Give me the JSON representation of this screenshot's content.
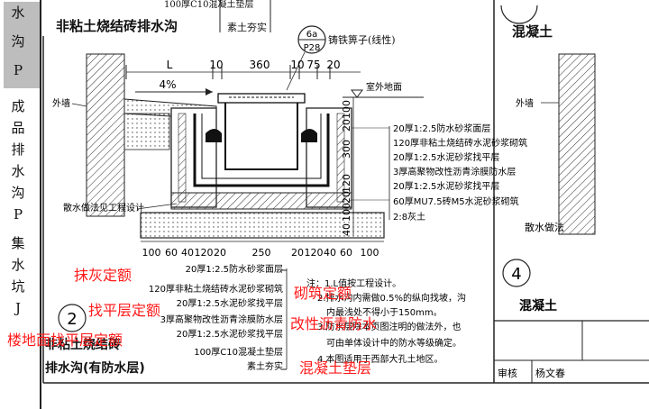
{
  "side_strip": {
    "top_chars": [
      "水",
      "沟",
      "P"
    ],
    "mid_chars": [
      "成",
      "品",
      "排",
      "水",
      "沟",
      "P"
    ],
    "low_chars": [
      "集",
      "水",
      "坑",
      "J"
    ]
  },
  "header": {
    "top_cut_text": "100厚C10混凝土垫层",
    "title_left": "非粘土烧结砖排水沟",
    "title_right": "混凝土",
    "sub_label": "素土夯实",
    "callout_num": "6a",
    "callout_page": "P28",
    "grate_label": "铸铁箅子(线性)"
  },
  "drawing": {
    "dims_top": [
      "L",
      "10",
      "360",
      "10",
      "75",
      "20"
    ],
    "slope": "4%",
    "outdoor_label": "室外地面",
    "wall_left": "外墙",
    "wall_right": "外墙",
    "apron_note": "散水做法见工程设计",
    "apron_right": "散水做法",
    "dims_right": [
      "100",
      "20",
      "300",
      "120",
      "20",
      "100",
      "40"
    ],
    "dims_bottom": [
      "100",
      "60",
      "40",
      "120",
      "20",
      "250",
      "20",
      "120",
      "40",
      "60",
      "100"
    ],
    "layers_right": [
      "20厚1:2.5防水砂浆面层",
      "120厚非粘土烧结砖水泥砂浆砌筑",
      "20厚1:2.5水泥砂浆找平层",
      "3厚高聚物改性沥青涂膜防水层",
      "20厚1:2.5水泥砂浆找平层",
      "60厚MU7.5砖M5水泥砂浆砌筑",
      "2:8灰土"
    ]
  },
  "lower": {
    "layers_left": [
      "20厚1:2.5防水砂浆面层",
      "120厚非粘土烧结砖水泥砂浆砌筑",
      "20厚1:2.5水泥砂浆找平层",
      "3厚高聚物改性沥青涂膜防水层",
      "20厚1:2.5水泥砂浆找平层",
      "100厚C10混凝土垫层",
      "素土夯实"
    ],
    "detail_num": "2",
    "detail_title_1": "非粘土烧结砖",
    "detail_title_2": "排水沟(有防水层)",
    "notes": [
      "注：1.L值按工程设计。",
      "2.排水沟内需做0.5%的纵向找坡，沟",
      "内最浅处不得小于150mm。",
      "3.防水层除本页图注明的做法外，也",
      "可由单体设计中的防水等级确定。",
      "4.本图适用于西部大孔土地区。"
    ],
    "detail4_num": "4",
    "detail4_title": "混凝土",
    "signature_labels": [
      "审核",
      "杨文春"
    ]
  },
  "overlay_labels": [
    "抹灰定额",
    "找平层定额",
    "楼地面找平层定额",
    "砌筑定额",
    "改性沥青防水",
    "混凝土垫层"
  ]
}
